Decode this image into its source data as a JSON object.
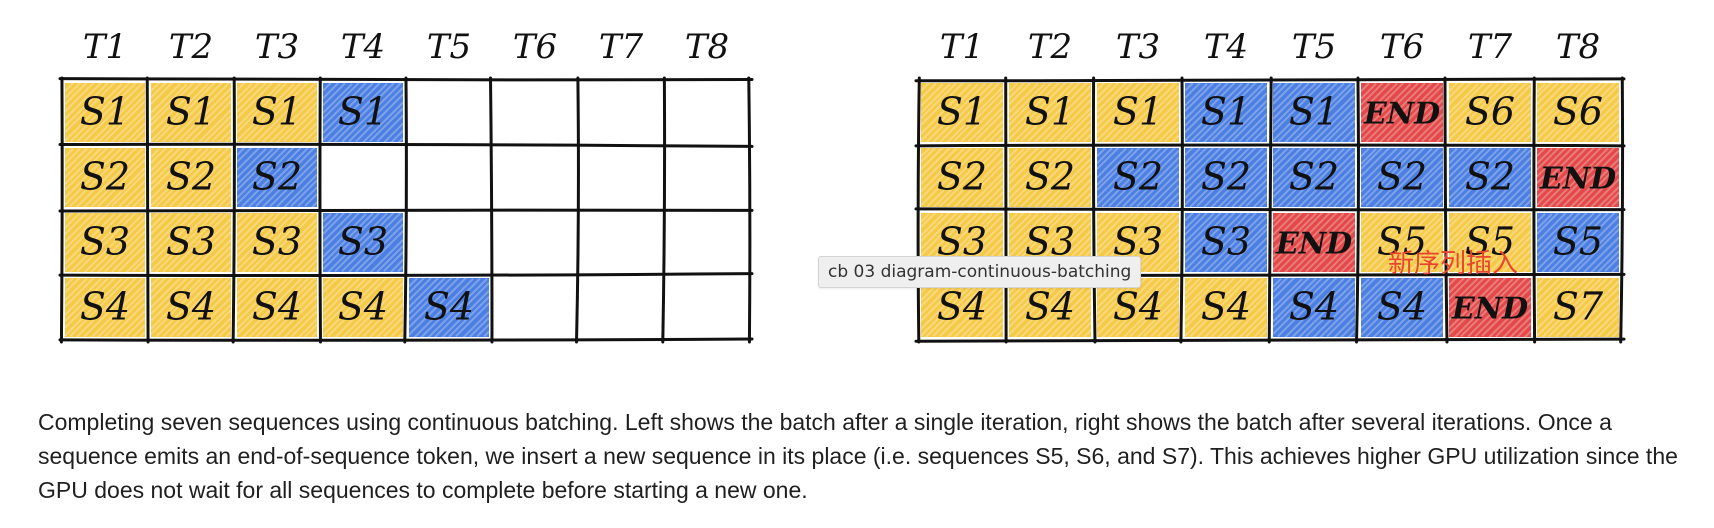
{
  "colors": {
    "yellow": "#f5c53a",
    "blue": "#3d74e0",
    "red": "#e13a3a",
    "ink": "#111111",
    "annotation": "#e8452f"
  },
  "time_steps": [
    "T1",
    "T2",
    "T3",
    "T4",
    "T5",
    "T6",
    "T7",
    "T8"
  ],
  "left_grid": {
    "rows": [
      [
        {
          "t": "S1",
          "c": "yellow"
        },
        {
          "t": "S1",
          "c": "yellow"
        },
        {
          "t": "S1",
          "c": "yellow"
        },
        {
          "t": "S1",
          "c": "blue"
        },
        {
          "t": "",
          "c": "none"
        },
        {
          "t": "",
          "c": "none"
        },
        {
          "t": "",
          "c": "none"
        },
        {
          "t": "",
          "c": "none"
        }
      ],
      [
        {
          "t": "S2",
          "c": "yellow"
        },
        {
          "t": "S2",
          "c": "yellow"
        },
        {
          "t": "S2",
          "c": "blue"
        },
        {
          "t": "",
          "c": "none"
        },
        {
          "t": "",
          "c": "none"
        },
        {
          "t": "",
          "c": "none"
        },
        {
          "t": "",
          "c": "none"
        },
        {
          "t": "",
          "c": "none"
        }
      ],
      [
        {
          "t": "S3",
          "c": "yellow"
        },
        {
          "t": "S3",
          "c": "yellow"
        },
        {
          "t": "S3",
          "c": "yellow"
        },
        {
          "t": "S3",
          "c": "blue"
        },
        {
          "t": "",
          "c": "none"
        },
        {
          "t": "",
          "c": "none"
        },
        {
          "t": "",
          "c": "none"
        },
        {
          "t": "",
          "c": "none"
        }
      ],
      [
        {
          "t": "S4",
          "c": "yellow"
        },
        {
          "t": "S4",
          "c": "yellow"
        },
        {
          "t": "S4",
          "c": "yellow"
        },
        {
          "t": "S4",
          "c": "yellow"
        },
        {
          "t": "S4",
          "c": "blue"
        },
        {
          "t": "",
          "c": "none"
        },
        {
          "t": "",
          "c": "none"
        },
        {
          "t": "",
          "c": "none"
        }
      ]
    ]
  },
  "right_grid": {
    "rows": [
      [
        {
          "t": "S1",
          "c": "yellow"
        },
        {
          "t": "S1",
          "c": "yellow"
        },
        {
          "t": "S1",
          "c": "yellow"
        },
        {
          "t": "S1",
          "c": "blue"
        },
        {
          "t": "S1",
          "c": "blue"
        },
        {
          "t": "END",
          "c": "red"
        },
        {
          "t": "S6",
          "c": "yellow"
        },
        {
          "t": "S6",
          "c": "yellow"
        }
      ],
      [
        {
          "t": "S2",
          "c": "yellow"
        },
        {
          "t": "S2",
          "c": "yellow"
        },
        {
          "t": "S2",
          "c": "blue"
        },
        {
          "t": "S2",
          "c": "blue"
        },
        {
          "t": "S2",
          "c": "blue"
        },
        {
          "t": "S2",
          "c": "blue"
        },
        {
          "t": "S2",
          "c": "blue"
        },
        {
          "t": "END",
          "c": "red"
        }
      ],
      [
        {
          "t": "S3",
          "c": "yellow"
        },
        {
          "t": "S3",
          "c": "yellow"
        },
        {
          "t": "S3",
          "c": "yellow"
        },
        {
          "t": "S3",
          "c": "blue"
        },
        {
          "t": "END",
          "c": "red"
        },
        {
          "t": "S5",
          "c": "yellow"
        },
        {
          "t": "S5",
          "c": "yellow"
        },
        {
          "t": "S5",
          "c": "blue"
        }
      ],
      [
        {
          "t": "S4",
          "c": "yellow"
        },
        {
          "t": "S4",
          "c": "yellow"
        },
        {
          "t": "S4",
          "c": "yellow"
        },
        {
          "t": "S4",
          "c": "yellow"
        },
        {
          "t": "S4",
          "c": "blue"
        },
        {
          "t": "S4",
          "c": "blue"
        },
        {
          "t": "END",
          "c": "red"
        },
        {
          "t": "S7",
          "c": "yellow"
        }
      ]
    ]
  },
  "tooltip": "cb 03 diagram-continuous-batching",
  "annotation": "新序列插入",
  "caption": "Completing seven sequences using continuous batching. Left shows the batch after a single iteration, right shows the batch after several iterations. Once a sequence emits an end-of-sequence token, we insert a new sequence in its place (i.e. sequences S5, S6, and S7). This achieves higher GPU utilization since the GPU does not wait for all sequences to complete before starting a new one."
}
